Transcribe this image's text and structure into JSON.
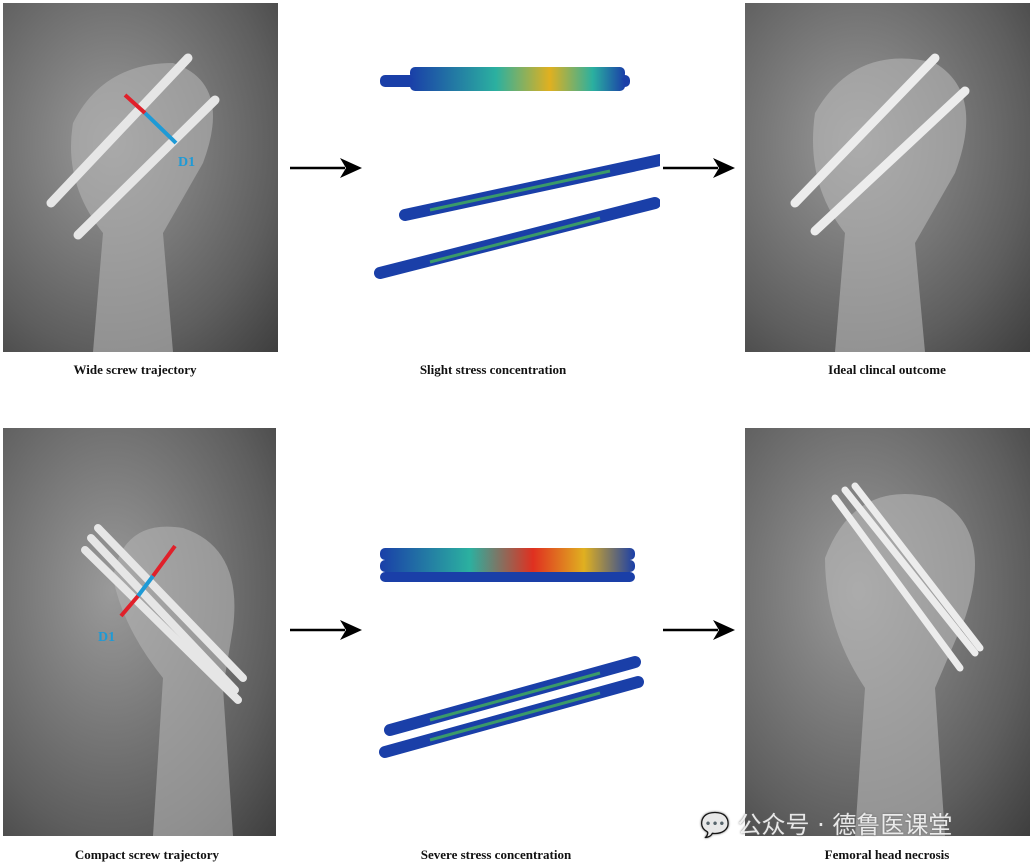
{
  "captions": {
    "top_left": "Wide screw trajectory",
    "top_middle": "Slight stress concentration",
    "top_right": "Ideal clincal outcome",
    "bottom_left": "Compact screw trajectory",
    "bottom_middle": "Severe stress concentration",
    "bottom_right": "Femoral head necrosis"
  },
  "labels": {
    "d1_top": "D1",
    "d1_bottom": "D1"
  },
  "watermark": "公众号 · 德鲁医课堂",
  "colors": {
    "red": "#e0202a",
    "blue": "#1e9ad6",
    "screw": "#1a3fa8"
  }
}
